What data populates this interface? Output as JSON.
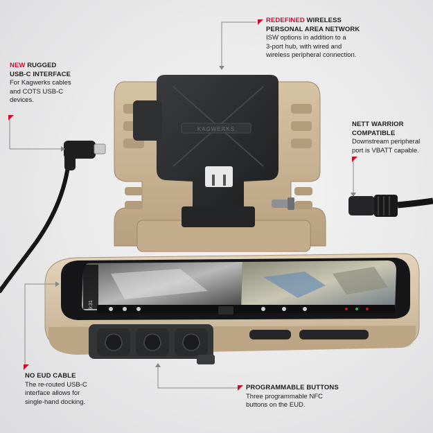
{
  "callouts": {
    "wpan": {
      "accent": "REDEFINED",
      "title_rest": "WIRELESS",
      "title_line2": "PERSONAL AREA NETWORK",
      "desc_lines": [
        "ISW options in addition to a",
        "3-port hub, with wired and",
        "wireless peripheral connection."
      ]
    },
    "usbc": {
      "accent": "NEW",
      "title_rest": "RUGGED",
      "title_line2": "USB-C INTERFACE",
      "desc_lines": [
        "For Kagwerks cables",
        "and COTS USB-C",
        "devices."
      ]
    },
    "nett": {
      "title_line1": "NETT WARRIOR",
      "title_line2": "COMPATIBLE",
      "desc_lines": [
        "Downstream peripheral",
        "port is VBATT capable."
      ]
    },
    "noeud": {
      "title_line1": "NO EUD CABLE",
      "desc_lines": [
        "The re-routed USB-C",
        "interface allows for",
        "single-hand docking."
      ]
    },
    "buttons": {
      "title_line1": "PROGRAMMABLE BUTTONS",
      "desc_lines": [
        "Three programmable NFC",
        "buttons on the EUD."
      ]
    }
  },
  "device": {
    "hub_logo": "KAGWERKS",
    "screen_time": "9:31"
  },
  "colors": {
    "accent": "#c8102e",
    "tan": "#cbb596",
    "tan_dark": "#a89373",
    "hub": "#2b2c2e"
  }
}
